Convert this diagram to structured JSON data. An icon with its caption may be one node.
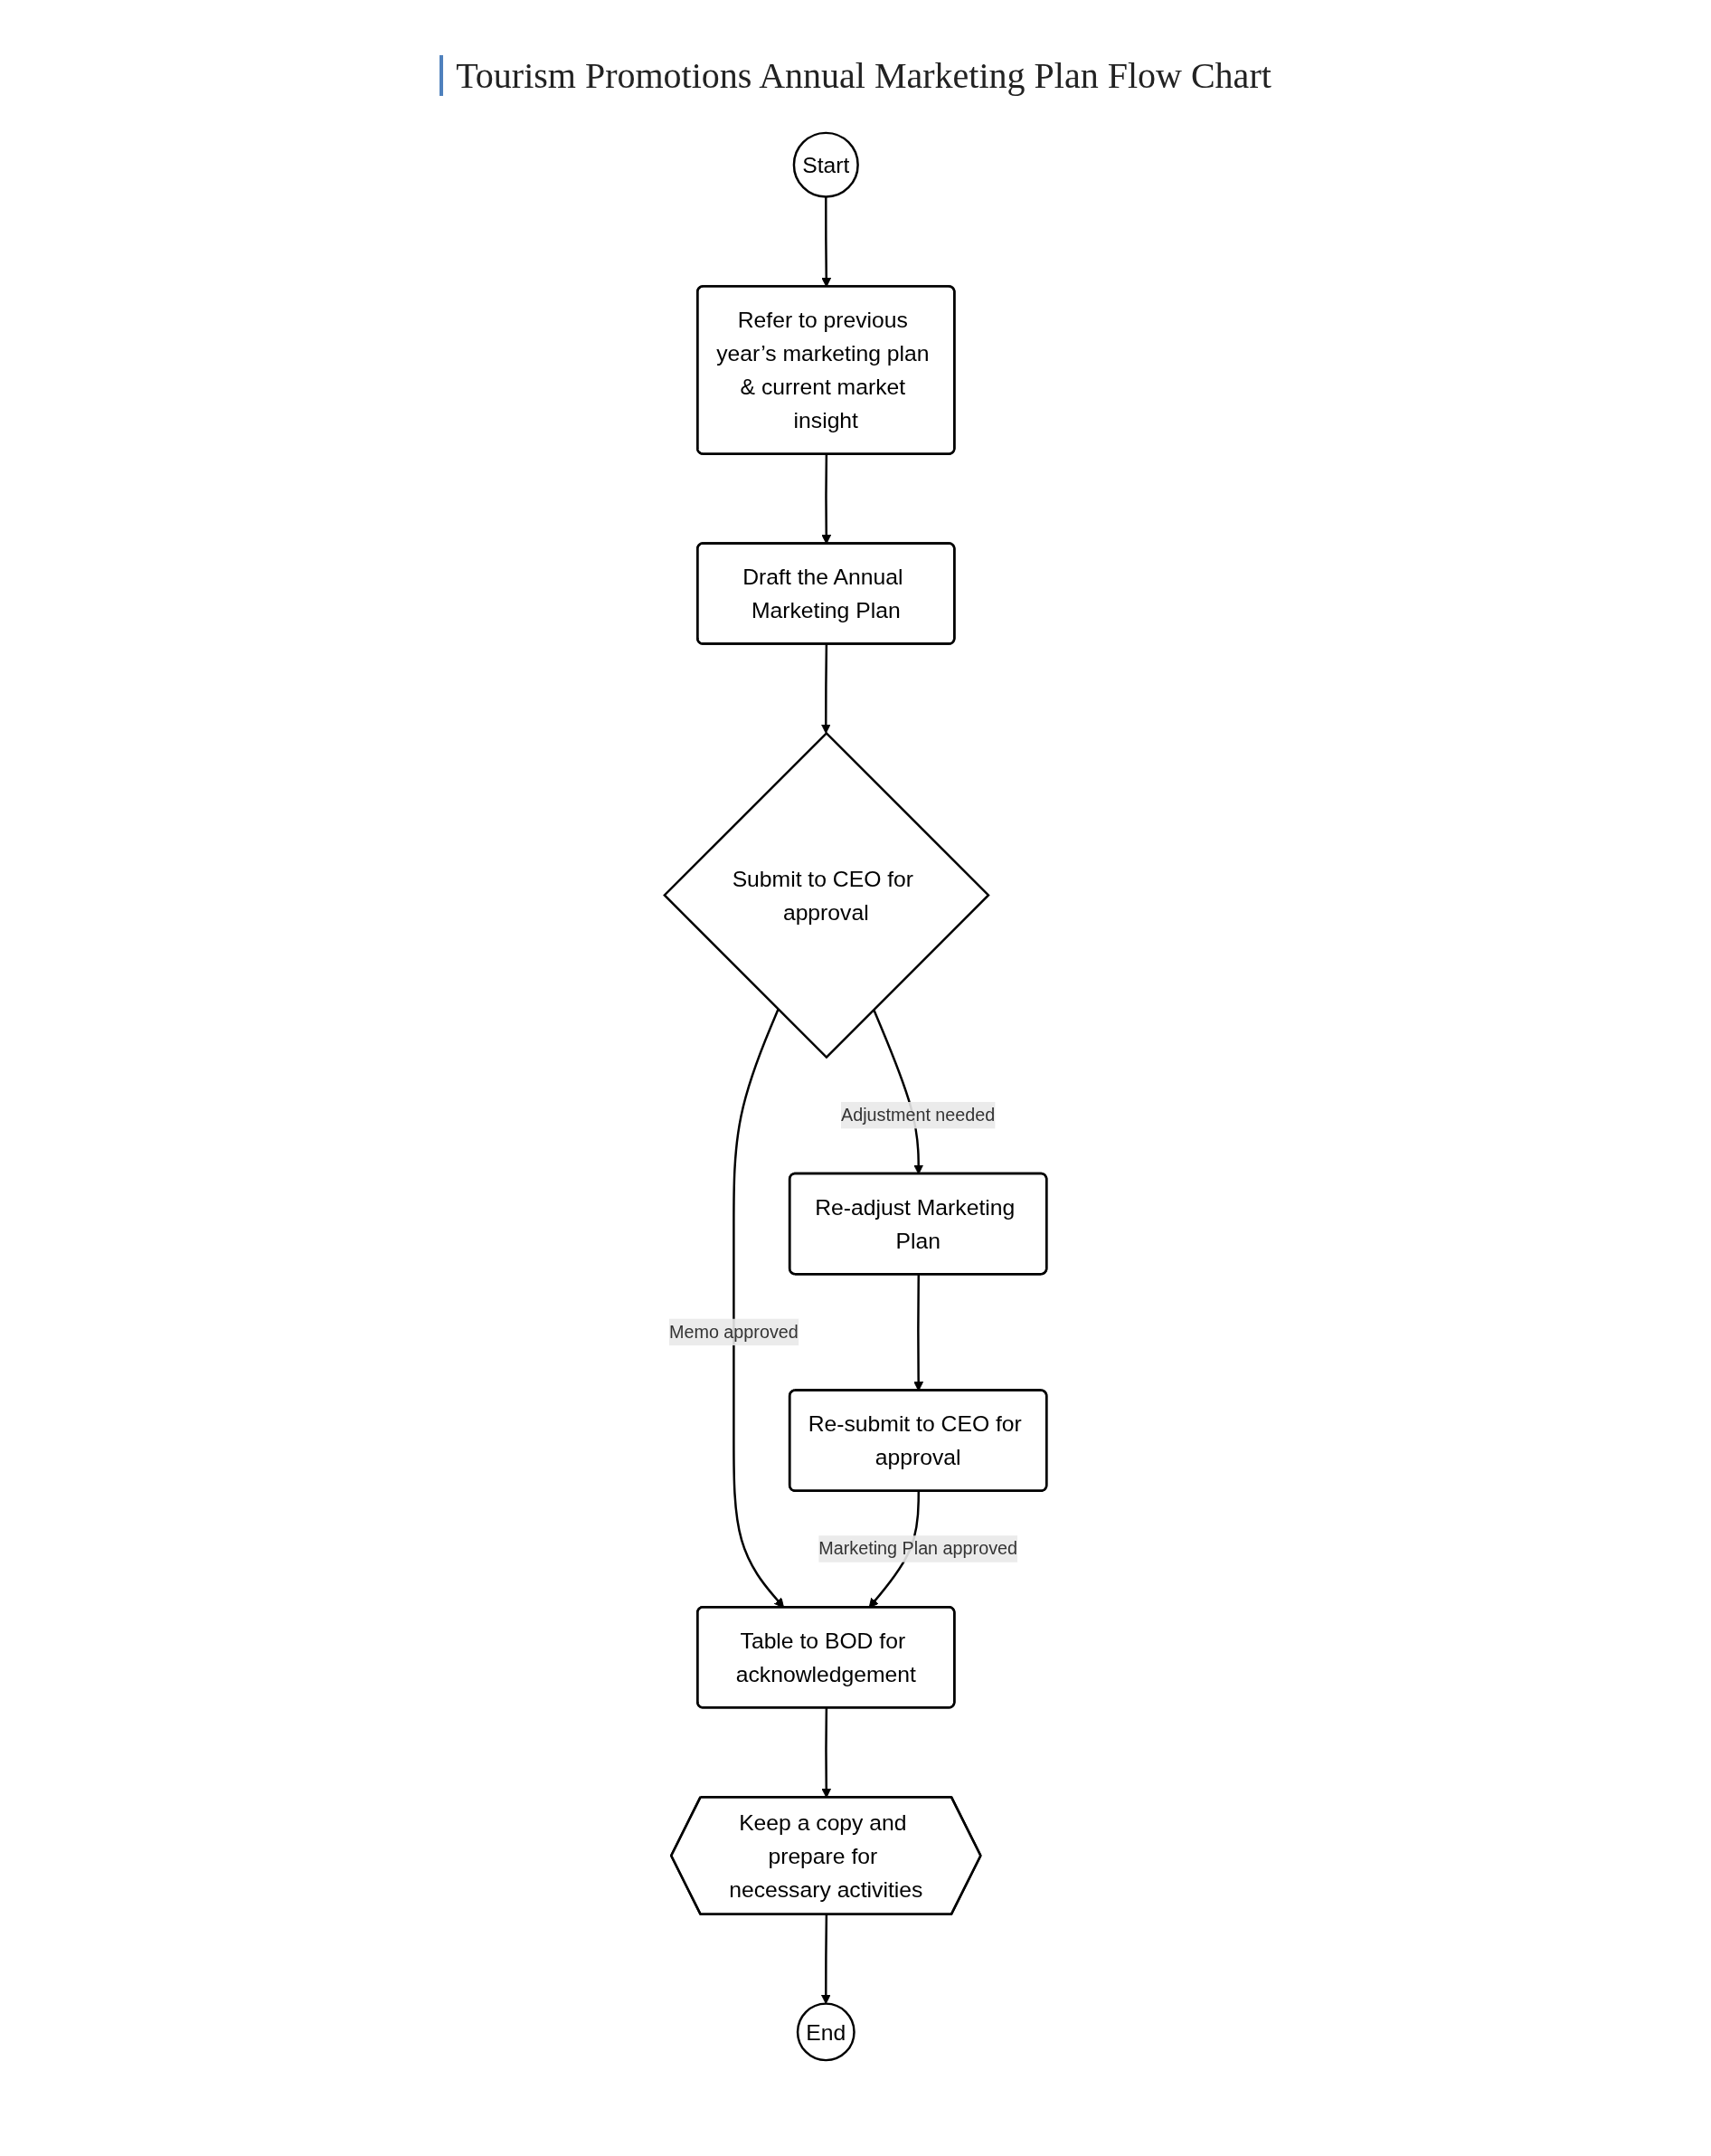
{
  "diagram": {
    "title": "Tourism Promotions Annual Marketing Plan Flow Chart",
    "nodes": [
      {
        "text": [
          "Start"
        ]
      },
      {
        "text": [
          "Refer to previous year’s marketing plan & current market insight"
        ]
      },
      {
        "text": [
          "Draft the Annual Marketing Plan"
        ]
      },
      {
        "text": [
          "Submit to CEO for approval"
        ]
      },
      {
        "text": [
          "Re-adjust Marketing Plan"
        ]
      },
      {
        "text": [
          "Re-submit to CEO for approval"
        ]
      },
      {
        "text": [
          "Table to BOD for acknowledgement"
        ]
      },
      {
        "text": [
          "Keep a copy and prepare for necessary activities"
        ]
      },
      {
        "text": [
          "End"
        ]
      }
    ],
    "edges": [
      {
        "from": 0,
        "to": 1,
        "arrow": "to"
      },
      {
        "from": 1,
        "to": 2,
        "arrow": "to"
      },
      {
        "from": 2,
        "to": 3,
        "arrow": "to"
      },
      {
        "from": 3,
        "to": 4,
        "arrow": "to",
        "label": "Adjustment needed"
      },
      {
        "from": 4,
        "to": 5,
        "arrow": "to"
      },
      {
        "from": 3,
        "to": 6,
        "arrow": "to",
        "label": "Memo approved"
      },
      {
        "from": 5,
        "to": 6,
        "arrow": "to",
        "label": "Marketing Plan approved"
      },
      {
        "from": 6,
        "to": 7,
        "arrow": "to"
      },
      {
        "from": 7,
        "to": 8,
        "arrow": "to"
      }
    ]
  }
}
